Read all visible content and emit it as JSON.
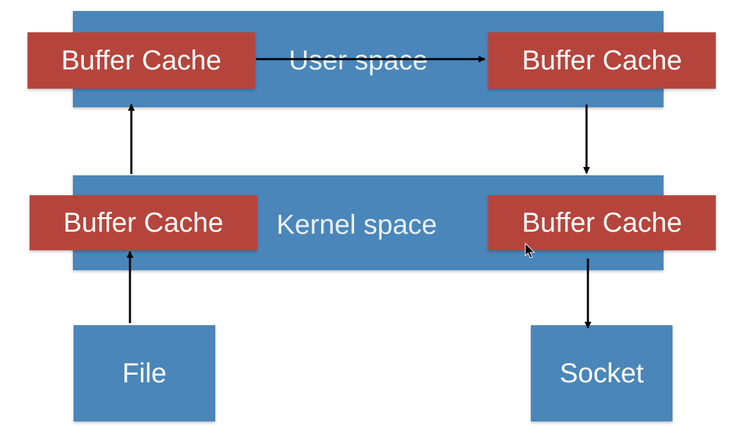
{
  "diagram": {
    "user_space_label": "User space",
    "kernel_space_label": "Kernel space",
    "cache_user_left": "Buffer Cache",
    "cache_user_right": "Buffer Cache",
    "cache_kernel_left": "Buffer Cache",
    "cache_kernel_right": "Buffer Cache",
    "file_label": "File",
    "socket_label": "Socket"
  },
  "colors": {
    "band_blue": "#4a86ba",
    "cache_red": "#b5453c",
    "arrow": "#000000"
  }
}
